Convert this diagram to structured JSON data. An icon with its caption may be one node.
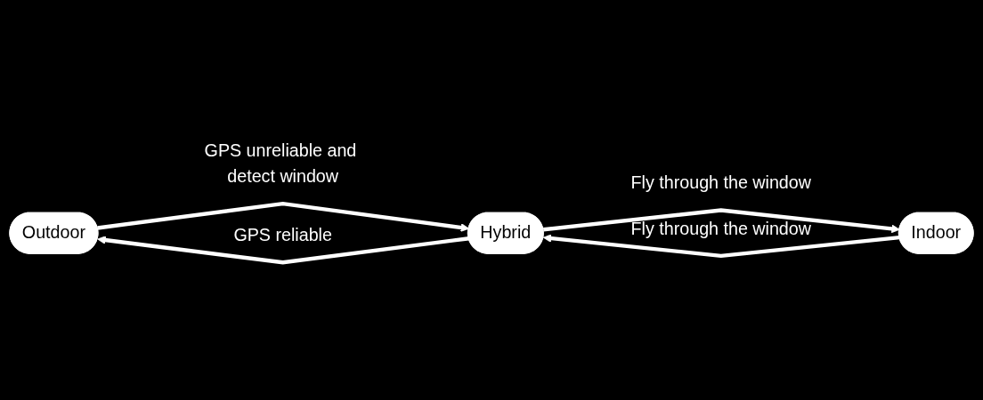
{
  "diagram": {
    "nodes": [
      {
        "text": [
          "Outdoor"
        ]
      },
      {
        "text": [
          "Hybrid"
        ]
      },
      {
        "text": [
          "Indoor"
        ]
      }
    ],
    "edges": [
      {
        "from": 0,
        "to": 1,
        "arrow": "to",
        "label": "GPS unreliable and detect window"
      },
      {
        "from": 1,
        "to": 2,
        "arrow": "to",
        "label": "Fly through the window"
      },
      {
        "from": 2,
        "to": 1,
        "arrow": "to",
        "label": "Fly through the window"
      },
      {
        "from": 1,
        "to": 0,
        "arrow": "to",
        "label": "GPS reliable"
      }
    ]
  }
}
